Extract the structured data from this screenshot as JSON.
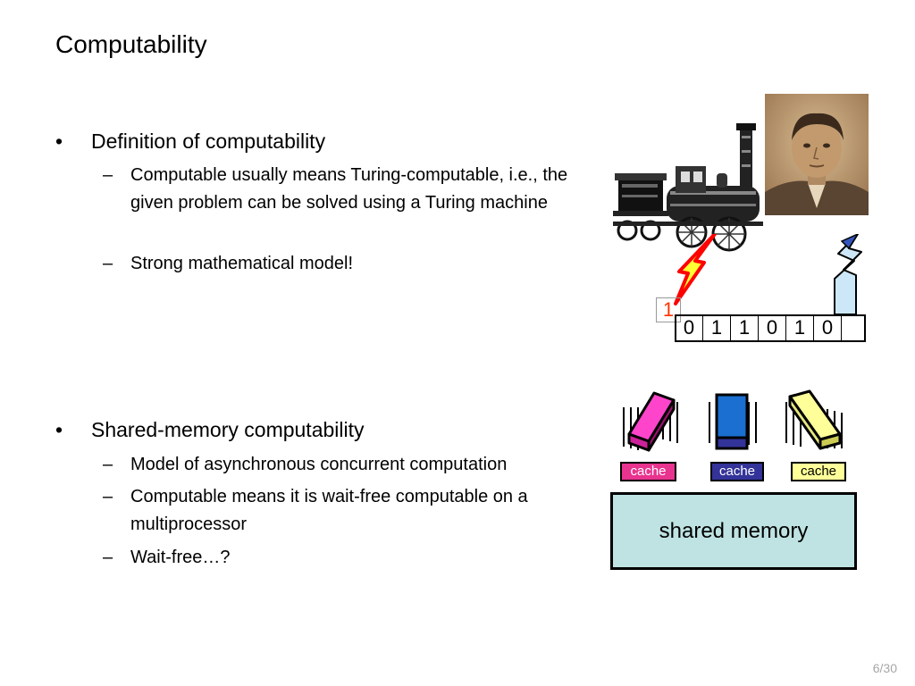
{
  "title": "Computability",
  "section1": {
    "bullet": "Definition of computability",
    "subs": [
      "Computable usually means Turing-computable, i.e., the given problem can be solved using a Turing machine",
      "Strong mathematical model!"
    ]
  },
  "section2": {
    "bullet": "Shared-memory computability",
    "subs": [
      "Model of asynchronous concurrent computation",
      "Computable means it is wait-free computable on a multiprocessor",
      "Wait-free…?"
    ]
  },
  "bullet_symbol": "•",
  "dash_symbol": "–",
  "turing": {
    "head_symbol": "1",
    "tape": [
      "0",
      "1",
      "1",
      "0",
      "1",
      "0",
      ""
    ]
  },
  "processors": [
    {
      "cache_label": "cache",
      "chip_color": "#ff44cc",
      "label_bg": "#e8338f",
      "label_color": "#ffffff"
    },
    {
      "cache_label": "cache",
      "chip_color": "#1a6fd0",
      "label_bg": "#333399",
      "label_color": "#ffffff"
    },
    {
      "cache_label": "cache",
      "chip_color": "#ffff99",
      "label_bg": "#ffff99",
      "label_color": "#000000"
    }
  ],
  "memory_label": "shared memory",
  "page_number": "6/30"
}
